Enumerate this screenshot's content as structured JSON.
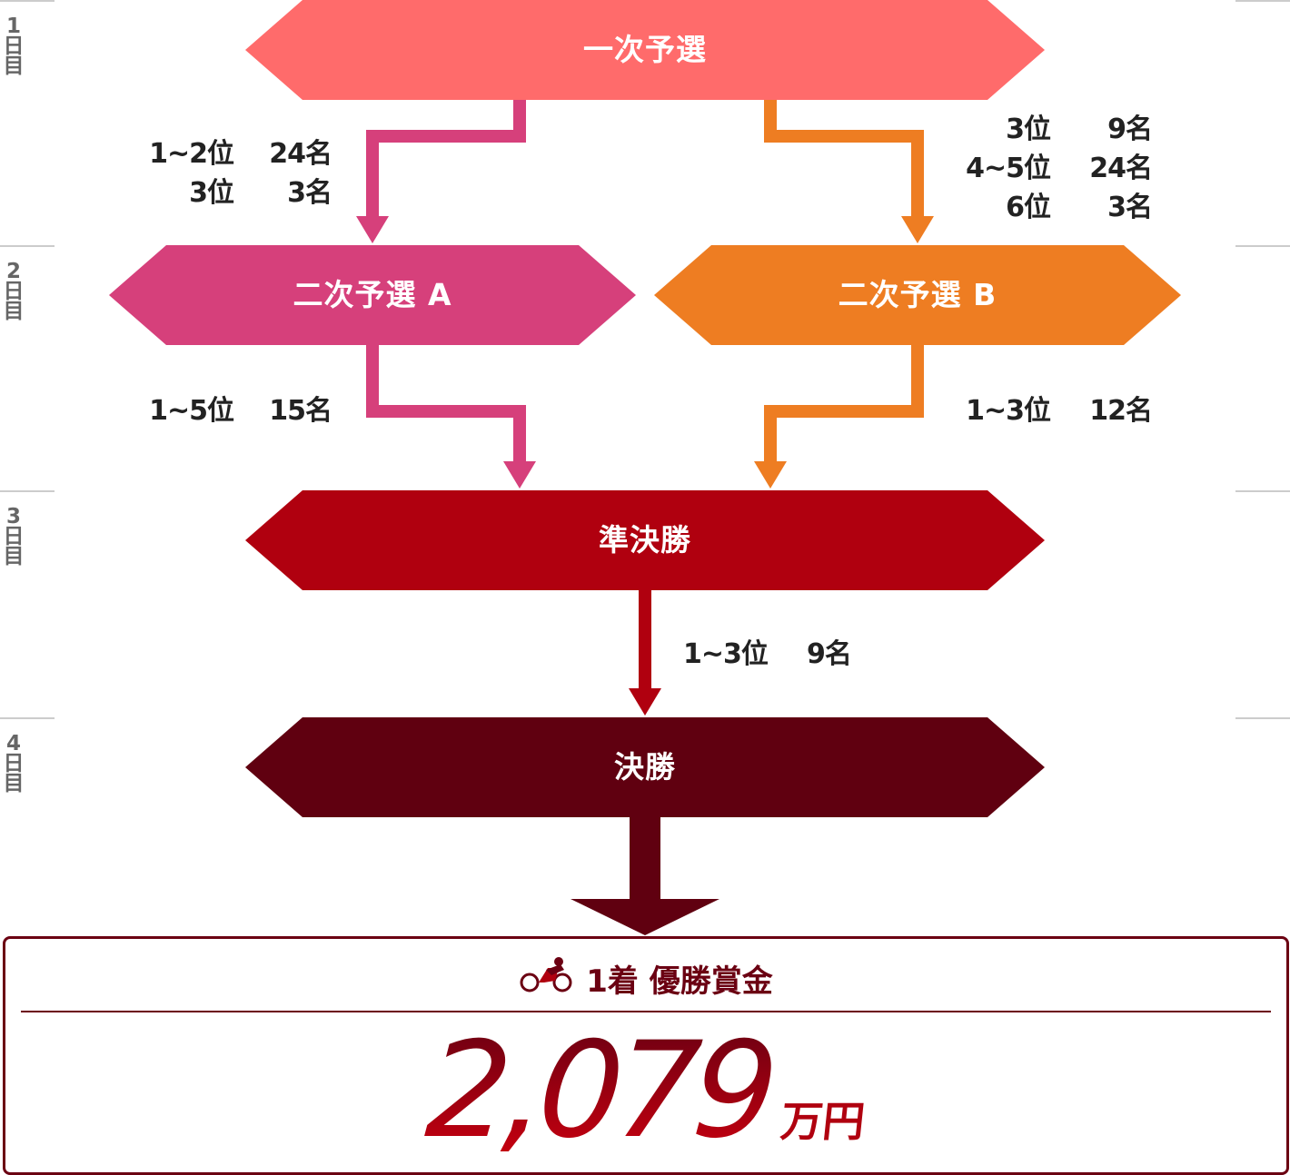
{
  "days": [
    {
      "num": "1",
      "chars": [
        "日",
        "目"
      ]
    },
    {
      "num": "2",
      "chars": [
        "日",
        "目"
      ]
    },
    {
      "num": "3",
      "chars": [
        "日",
        "目"
      ]
    },
    {
      "num": "4",
      "chars": [
        "日",
        "目"
      ]
    }
  ],
  "stages": {
    "first": "一次予選",
    "secondA": "二次予選 A",
    "secondB": "二次予選 B",
    "semi": "準決勝",
    "final": "決勝"
  },
  "qualifiers": {
    "toA": [
      {
        "rank": "1~2位",
        "count": "24名"
      },
      {
        "rank": "3位",
        "count": "3名"
      }
    ],
    "toB": [
      {
        "rank": "3位",
        "count": "9名"
      },
      {
        "rank": "4~5位",
        "count": "24名"
      },
      {
        "rank": "6位",
        "count": "3名"
      }
    ],
    "fromA": [
      {
        "rank": "1~5位",
        "count": "15名"
      }
    ],
    "fromB": [
      {
        "rank": "1~3位",
        "count": "12名"
      }
    ],
    "fromSemi": [
      {
        "rank": "1~3位",
        "count": "9名"
      }
    ]
  },
  "prize": {
    "heading": "1着 優勝賞金",
    "amount": "2,079",
    "unit": "万円"
  },
  "colors": {
    "first": "#ff6b6b",
    "secondA": "#d6407b",
    "secondB": "#ee7d22",
    "semi": "#b0000f",
    "final": "#600010",
    "day_line": "#cccccc",
    "text": "#222222"
  },
  "icons": {
    "prize_heading": "cyclist-icon"
  }
}
